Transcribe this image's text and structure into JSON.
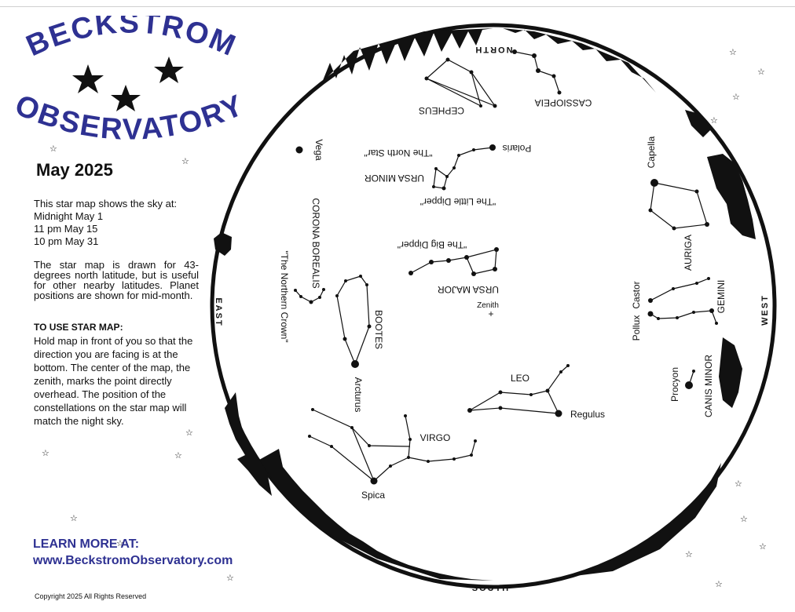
{
  "logo": {
    "line1": "BECKSTROM",
    "line2": "OBSERVATORY",
    "color": "#2e3192"
  },
  "title": "May 2025",
  "intro": [
    "This star map shows the sky at:",
    "Midnight May 1",
    "11 pm May 15",
    "10 pm May 31"
  ],
  "note": "The star map is drawn for 43-degrees north latitude, but is useful for other nearby latitudes. Planet positions are shown for mid-month.",
  "howto_heading": "TO USE STAR MAP:",
  "howto": "Hold map in front of you so that the direction you are facing is at the bottom. The center of the map, the zenith, marks the point directly overhead. The position of the constellations on the star map will match the night sky.",
  "learn_more": {
    "heading": "LEARN MORE AT:",
    "url": "www.BeckstromObservatory.com",
    "color": "#2e3192"
  },
  "copyright": "Copyright 2025 All Rights Reserved",
  "directions": {
    "north": "NORTH",
    "south": "SOUTH",
    "east": "EAST",
    "west": "WEST"
  },
  "zenith": "Zenith",
  "labels": {
    "cepheus": "CEPHEUS",
    "cassiopeia": "CASSIOPEIA",
    "polaris": "Polaris",
    "north_star": "\"The North Star\"",
    "ursa_minor": "URSA MINOR",
    "little_dipper": "\"The Little Dipper\"",
    "big_dipper": "\"The Big Dipper\"",
    "ursa_major": "URSA MAJOR",
    "vega": "Vega",
    "corona_borealis": "CORONA BOREALIS",
    "northern_crown": "\"The Northern Crown\"",
    "bootes": "BOOTES",
    "arcturus": "Arcturus",
    "capella": "Capella",
    "auriga": "AURIGA",
    "castor": "Castor",
    "pollux": "Pollux",
    "gemini": "GEMINI",
    "procyon": "Procyon",
    "canis_minor": "CANIS MINOR",
    "leo": "LEO",
    "regulus": "Regulus",
    "virgo": "VIRGO",
    "spica": "Spica"
  }
}
